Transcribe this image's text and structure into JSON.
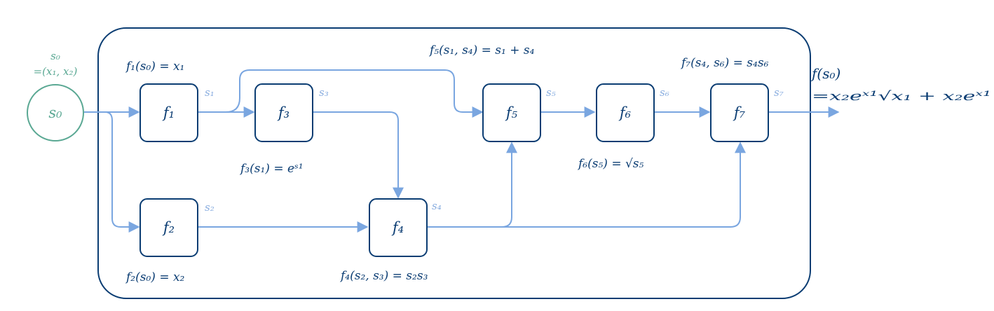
{
  "input": {
    "label_line1": "s₀",
    "label_line2": "=(x₁, x₂)",
    "node_text": "s₀"
  },
  "nodes": [
    {
      "id": "f1",
      "text": "f₁"
    },
    {
      "id": "f2",
      "text": "f₂"
    },
    {
      "id": "f3",
      "text": "f₃"
    },
    {
      "id": "f4",
      "text": "f₄"
    },
    {
      "id": "f5",
      "text": "f₅"
    },
    {
      "id": "f6",
      "text": "f₆"
    },
    {
      "id": "f7",
      "text": "f₇"
    }
  ],
  "signals": {
    "s1": "s₁",
    "s2": "s₂",
    "s3": "s₃",
    "s4": "s₄",
    "s5": "s₅",
    "s6": "s₆",
    "s7": "s₇"
  },
  "formulas": {
    "f1": "f₁(s₀) = x₁",
    "f2": "f₂(s₀) = x₂",
    "f3": "f₃(s₁) = eˢ¹",
    "f4": "f₄(s₂, s₃) = s₂s₃",
    "f5": "f₅(s₁, s₄) = s₁ + s₄",
    "f6": "f₆(s₅) = √s₅",
    "f7": "f₇(s₄, s₆) = s₄s₆"
  },
  "output": {
    "line1": "f(s₀)",
    "line2": "=x₂eˣ¹√x₁ + x₂eˣ¹"
  },
  "colors": {
    "frame": "#0b3d73",
    "node_stroke": "#0b3d73",
    "edge": "#7aa6e0",
    "input": "#5aa893"
  }
}
